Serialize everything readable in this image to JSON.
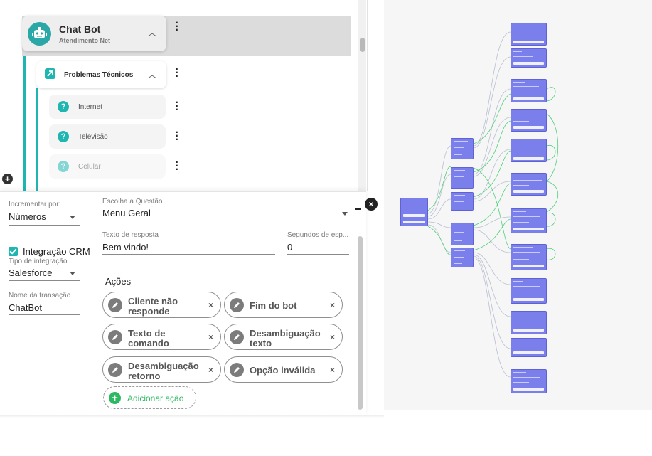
{
  "tree": {
    "bot": {
      "title": "Chat Bot",
      "subtitle": "Atendimento Net"
    },
    "group": {
      "title": "Problemas Técnicos"
    },
    "leaves": [
      {
        "label": "Internet"
      },
      {
        "label": "Televisão"
      },
      {
        "label": "Celular"
      }
    ],
    "icons": {
      "bot": "robot-icon",
      "group": "arrow-up-right-icon",
      "leaf": "question-icon",
      "more": "kebab-icon",
      "collapse": "chevron-up-icon",
      "add": "plus-circle-icon"
    }
  },
  "form": {
    "increment": {
      "label": "Incrementar por:",
      "value": "Números"
    },
    "question": {
      "label": "Escolha a Questão",
      "value": "Menu Geral"
    },
    "response": {
      "label": "Texto de resposta",
      "value": "Bem vindo!"
    },
    "seconds": {
      "label": "Segundos de esp...",
      "value": "0"
    },
    "crm": {
      "label": "Integração CRM",
      "checked": true
    },
    "integration_type": {
      "label": "Tipo de integração",
      "value": "Salesforce"
    },
    "transaction": {
      "label": "Nome da transação",
      "value": "ChatBot"
    },
    "actions_title": "Ações",
    "actions": [
      {
        "line1": "Cliente não",
        "line2": "responde"
      },
      {
        "line1": "Fim do bot",
        "line2": ""
      },
      {
        "line1": "Texto de",
        "line2": "comando"
      },
      {
        "line1": "Desambiguação",
        "line2": "texto"
      },
      {
        "line1": "Desambiguação",
        "line2": "retorno"
      },
      {
        "line1": "Opção inválida",
        "line2": ""
      }
    ],
    "chip_remove": "×",
    "add_action": "Adicionar ação",
    "close": "×"
  },
  "colors": {
    "teal": "#1fb5b0",
    "node": "#7b7fec",
    "green": "#2db862",
    "edge_green": "#4cd07a",
    "edge_gray": "#b7bfd0"
  }
}
